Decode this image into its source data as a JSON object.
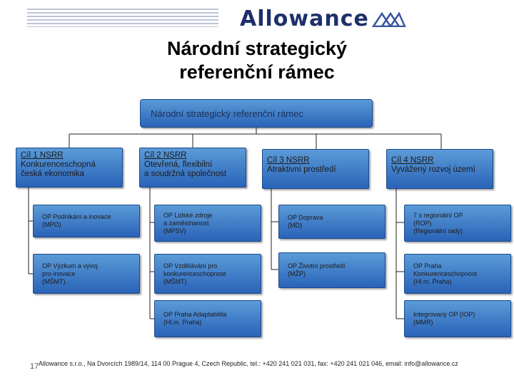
{
  "header": {
    "brand": "Allowance",
    "title_line1": "Národní strategický",
    "title_line2": "referenční rámec"
  },
  "root": {
    "label": "Národní strategický referenční rámec"
  },
  "goals": [
    {
      "label": "Cíl 1 NSRR",
      "desc_lines": [
        "Konkurenceschopná",
        "česká ekonomika"
      ]
    },
    {
      "label": "Cíl 2 NSRR",
      "desc_lines": [
        "Otevřená, flexibilní",
        "a soudržná společnost"
      ]
    },
    {
      "label": "Cíl 3 NSRR",
      "desc_lines": [
        "Atraktivní prostředí"
      ]
    },
    {
      "label": "Cíl 4 NSRR",
      "desc_lines": [
        "Vyvážený rozvoj území"
      ]
    }
  ],
  "programs": [
    [
      [
        "OP Podnikání a inovace",
        "(MPO)"
      ],
      [
        "OP Výzkum a vývoj",
        "pro inovace",
        "(MŠMT)"
      ]
    ],
    [
      [
        "OP Lidské zdroje",
        "a zaměstnanost",
        "(MPSV)"
      ],
      [
        "OP Vzdělávání pro",
        "konkurenceschopnost",
        "(MŠMT)"
      ],
      [
        "OP Praha Adaptabilita",
        "(Hl.m. Praha)"
      ]
    ],
    [
      [
        "OP Doprava",
        "(MD)"
      ],
      [
        "OP Životní prostředí",
        "(MŽP)"
      ]
    ],
    [
      [
        "7 x regionální OP",
        "(ROP)",
        "(Regionální rady)"
      ],
      [
        "OP Praha",
        "Konkurenceschopnost",
        "(Hl.m. Praha)"
      ],
      [
        "Integrovaný OP (IOP)",
        "(MMR)"
      ]
    ]
  ],
  "footer": {
    "page_number": "17",
    "text": "Allowance s.r.o., Na Dvorcích 1989/14, 114 00 Prague 4, Czech Republic, tel.: +420 241 021 031, fax: +420 241 021 046, email: info@allowance.cz"
  }
}
